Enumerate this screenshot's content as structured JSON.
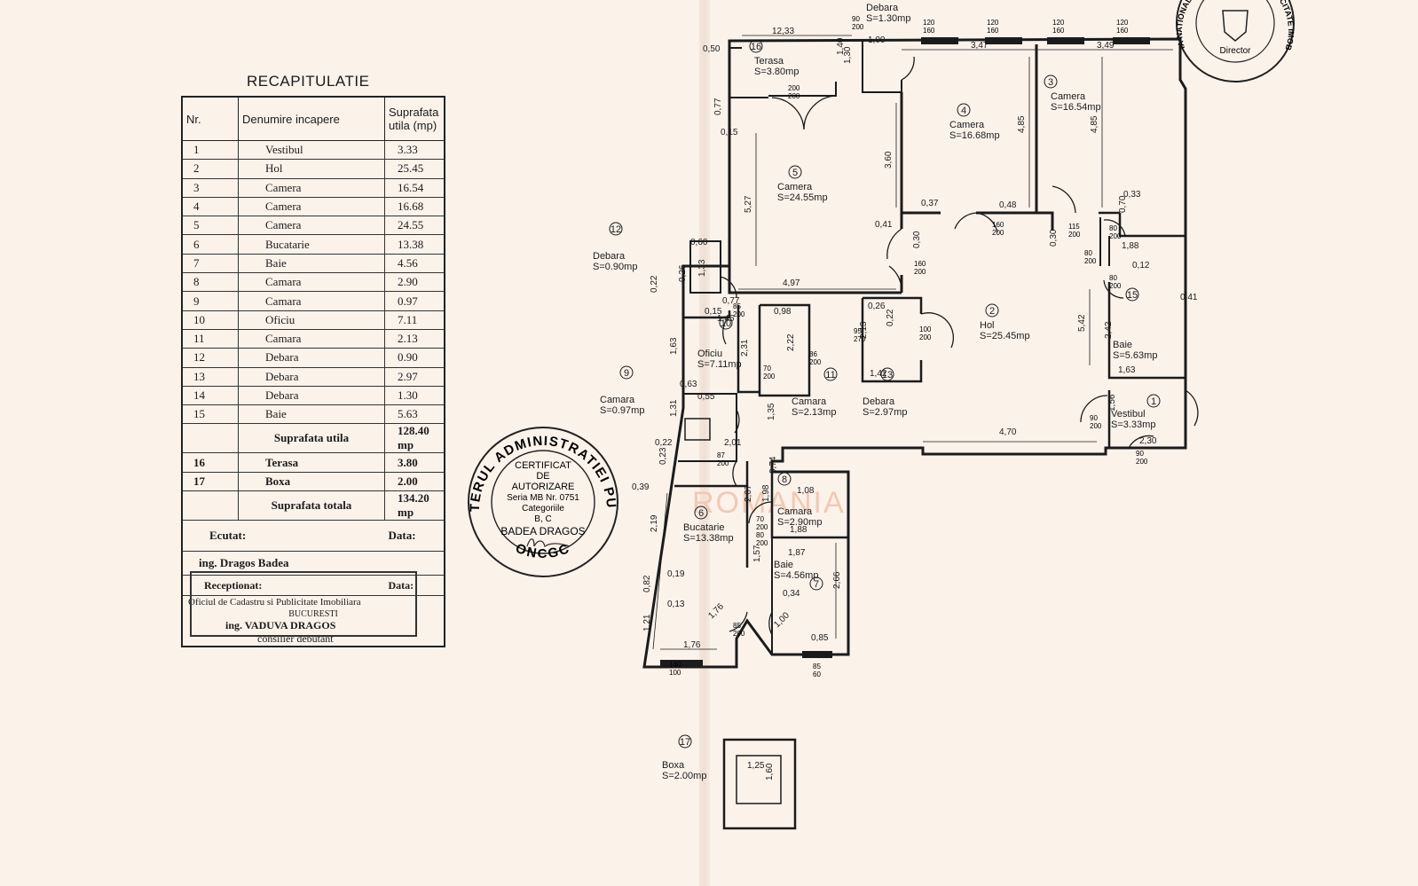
{
  "recap": {
    "title": "RECAPITULATIE",
    "headers": {
      "nr": "Nr.",
      "name": "Denumire incapere",
      "area": "Suprafata utila (mp)"
    },
    "rows": [
      {
        "nr": "1",
        "name": "Vestibul",
        "area": "3.33"
      },
      {
        "nr": "2",
        "name": "Hol",
        "area": "25.45"
      },
      {
        "nr": "3",
        "name": "Camera",
        "area": "16.54"
      },
      {
        "nr": "4",
        "name": "Camera",
        "area": "16.68"
      },
      {
        "nr": "5",
        "name": "Camera",
        "area": "24.55"
      },
      {
        "nr": "6",
        "name": "Bucatarie",
        "area": "13.38"
      },
      {
        "nr": "7",
        "name": "Baie",
        "area": "4.56"
      },
      {
        "nr": "8",
        "name": "Camara",
        "area": "2.90"
      },
      {
        "nr": "9",
        "name": "Camara",
        "area": "0.97"
      },
      {
        "nr": "10",
        "name": "Oficiu",
        "area": "7.11"
      },
      {
        "nr": "11",
        "name": "Camara",
        "area": "2.13"
      },
      {
        "nr": "12",
        "name": "Debara",
        "area": "0.90"
      },
      {
        "nr": "13",
        "name": "Debara",
        "area": "2.97"
      },
      {
        "nr": "14",
        "name": "Debara",
        "area": "1.30"
      },
      {
        "nr": "15",
        "name": "Baie",
        "area": "5.63"
      }
    ],
    "util_label": "Suprafata utila",
    "util_value": "128.40 mp",
    "extra_rows": [
      {
        "nr": "16",
        "name": "Terasa",
        "area": "3.80"
      },
      {
        "nr": "17",
        "name": "Boxa",
        "area": "2.00"
      }
    ],
    "total_label": "Suprafata totala",
    "total_value": "134.20 mp",
    "executat_label": "Ecutat:",
    "data_label": "Data:",
    "executat_name": "ing. Dragos Badea",
    "receptionat_label": "Receptionat:",
    "receptionat_data_label": "Data:",
    "office_line": "Oficiul de Cadastru si Publicitate Imobiliara",
    "city_line": "BUCURESTI",
    "receptor_name": "ing. VADUVA DRAGOS",
    "receptor_role": "consilier debutant"
  },
  "authorization_stamp": {
    "ring_text": "MINISTERUL ADMINISTRATIEI PUBLICE",
    "bottom_text": "ONCGC",
    "lines": [
      "CERTIFICAT",
      "DE",
      "AUTORIZARE",
      "Seria MB Nr. 0751",
      "Categoriile",
      "B, C",
      "BADEA DRAGOS"
    ]
  },
  "watermark": "ROMANIA",
  "plan": {
    "rooms": [
      {
        "id": "1",
        "label": "Vestibul",
        "area": "S=3.33mp"
      },
      {
        "id": "2",
        "label": "Hol",
        "area": "S=25.45mp"
      },
      {
        "id": "3",
        "label": "Camera",
        "area": "S=16.54mp"
      },
      {
        "id": "4",
        "label": "Camera",
        "area": "S=16.68mp"
      },
      {
        "id": "5",
        "label": "Camera",
        "area": "S=24.55mp"
      },
      {
        "id": "6",
        "label": "Bucatarie",
        "area": "S=13.38mp"
      },
      {
        "id": "7",
        "label": "Baie",
        "area": "S=4.56mp"
      },
      {
        "id": "8",
        "label": "Camara",
        "area": "S=2.90mp"
      },
      {
        "id": "9",
        "label": "Camara",
        "area": "S=0.97mp"
      },
      {
        "id": "10",
        "label": "Oficiu",
        "area": "S=7.11mp"
      },
      {
        "id": "11",
        "label": "Camara",
        "area": "S=2.13mp"
      },
      {
        "id": "12",
        "label": "Debara",
        "area": "S=0.90mp"
      },
      {
        "id": "13",
        "label": "Debara",
        "area": "S=2.97mp"
      },
      {
        "id": "14",
        "label": "Debara",
        "area": "S=1.30mp"
      },
      {
        "id": "15",
        "label": "Baie",
        "area": "S=5.63mp"
      },
      {
        "id": "16",
        "label": "Terasa",
        "area": "S=3.80mp"
      },
      {
        "id": "17",
        "label": "Boxa",
        "area": "S=2.00mp"
      }
    ],
    "dims": [
      "12,33",
      "3,47",
      "3,49",
      "0,50",
      "1,00",
      "1,30",
      "1,40",
      "0,77",
      "0,15",
      "5,27",
      "3,60",
      "4,85",
      "4,85",
      "0,37",
      "0,48",
      "0,33",
      "0,70",
      "0,41",
      "0,30",
      "0,30",
      "0,60",
      "1,33",
      "0,26",
      "0,22",
      "0,77",
      "0,15",
      "1,45",
      "4,97",
      "0,98",
      "2,31",
      "2,22",
      "0,26",
      "0,22",
      "2,13",
      "1,42",
      "1,88",
      "0,12",
      "0,41",
      "5,42",
      "2,42",
      "1,63",
      "1,56",
      "2,30",
      "4,70",
      "0,63",
      "0,55",
      "1,31",
      "0,22",
      "2,01",
      "0,23",
      "0,39",
      "0,74",
      "1,08",
      "2,07",
      "1,98",
      "1,88",
      "1,87",
      "2,19",
      "0,19",
      "0,82",
      "0,13",
      "1,21",
      "1,76",
      "1,76",
      "1,00",
      "0,34",
      "2,66",
      "0,85",
      "1,25",
      "1,60",
      "1,35",
      "1,57",
      "1,63"
    ],
    "doors": [
      "120 160",
      "120 160",
      "120 160",
      "120 160",
      "200 200",
      "160 200",
      "115 200",
      "80 200",
      "80 200",
      "80 200",
      "85 200",
      "70 200",
      "86 200",
      "95 270",
      "100 200",
      "90 200",
      "90 200",
      "160 200",
      "70 200",
      "87 200",
      "80 200",
      "90 200",
      "85 200",
      "140 100",
      "85 60"
    ]
  },
  "cadastre_stamp": {
    "ring_text": "AGENTIA NATIONALA DE CADASTRU SI PUBLICITATE IMOBILIARA",
    "center_text": "Director"
  }
}
